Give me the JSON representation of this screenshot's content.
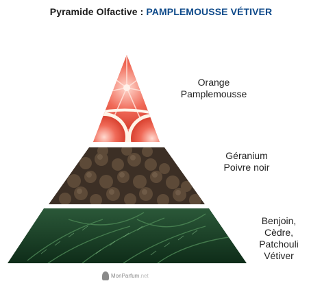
{
  "title": {
    "prefix": "Pyramide Olfactive : ",
    "fragrance": "PAMPLEMOUSSE VÉTIVER"
  },
  "pyramid": {
    "top_notes": {
      "line1": "Orange",
      "line2": "Pamplemousse",
      "image": "grapefruit-slices"
    },
    "heart_notes": {
      "line1": "Géranium",
      "line2": "Poivre noir",
      "image": "black-peppercorns"
    },
    "base_notes": {
      "line1": "Benjoin,",
      "line2": "Cèdre,",
      "line3": "Patchouli",
      "line4": "Vétiver",
      "image": "cedar-foliage"
    }
  },
  "watermark": {
    "brand": "MonParfum",
    "tld": ".net",
    "logo": "perfume-head-logo"
  },
  "colors": {
    "accent": "#0e4a8a",
    "grapefruit": "#ee5c4e",
    "pepper": "#4a3a2c",
    "cedar": "#1e4a2e"
  }
}
